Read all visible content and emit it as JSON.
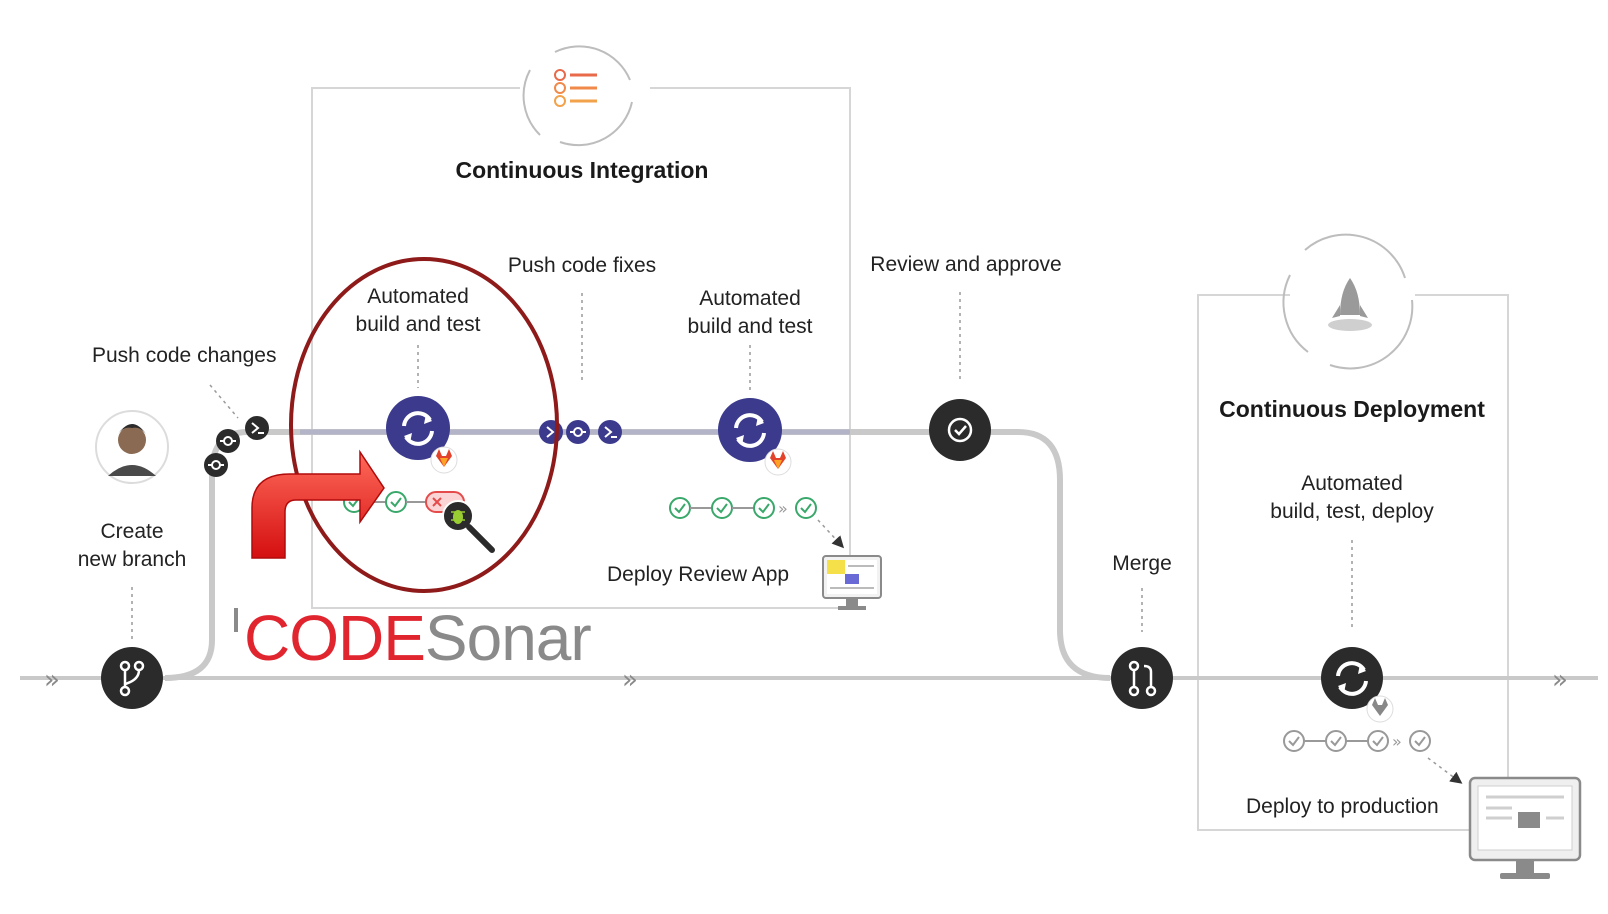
{
  "ci": {
    "title": "Continuous Integration"
  },
  "cd": {
    "title": "Continuous Deployment"
  },
  "labels": {
    "push_code_changes": "Push code changes",
    "create_branch_line1": "Create",
    "create_branch_line2": "new branch",
    "auto_build_1_line1": "Automated",
    "auto_build_1_line2": "build and test",
    "push_code_fixes": "Push code fixes",
    "auto_build_2_line1": "Automated",
    "auto_build_2_line2": "build and test",
    "review_and_approve": "Review and approve",
    "deploy_review_app": "Deploy Review App",
    "merge": "Merge",
    "auto_build_deploy_line1": "Automated",
    "auto_build_deploy_line2": "build, test, deploy",
    "deploy_to_production": "Deploy to production"
  },
  "brand": {
    "part1": "CODE",
    "part2": "Sonar"
  },
  "colors": {
    "node_dark": "#2b2b2b",
    "node_ci": "#3b3a8c",
    "track": "#c9c9c9",
    "ci_track": "#b4b4c8",
    "pass": "#3aa86b",
    "fail": "#e64b4b",
    "highlight_circle": "#8e1a1a",
    "arrow": "#e02020",
    "box_border": "#d6d6d6"
  },
  "icons": {
    "create_branch": "branch-icon",
    "review": "check-circle-icon",
    "merge": "merge-icon",
    "pipeline": "sync-icon",
    "commit": "commit-icon",
    "terminal": "terminal-icon",
    "bug_search": "bug-magnifier-icon",
    "gitlab": "gitlab-fox-icon",
    "monitor": "monitor-icon",
    "rocket": "rocket-icon",
    "checklist": "checklist-icon",
    "user": "user-avatar-icon"
  }
}
